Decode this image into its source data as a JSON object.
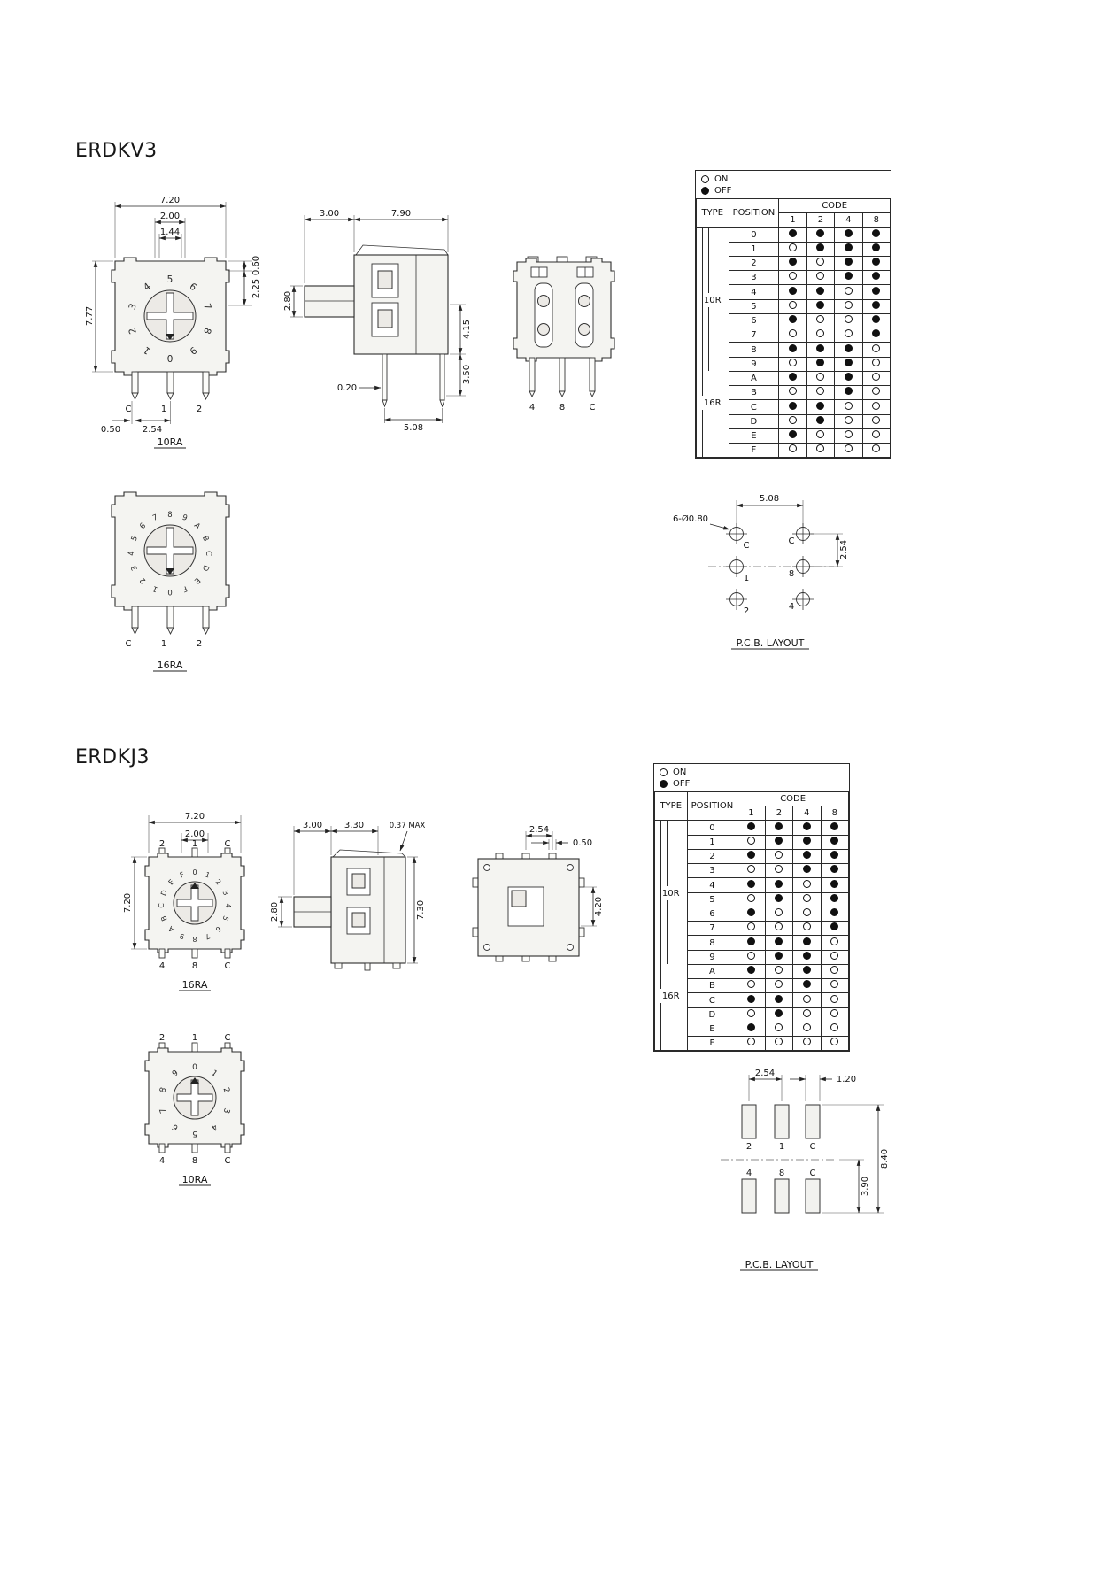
{
  "code_table": {
    "legend_on": "ON",
    "legend_off": "OFF",
    "type_header": "TYPE",
    "position_header": "POSITION",
    "code_header": "CODE",
    "code_cols": [
      "1",
      "2",
      "4",
      "8"
    ],
    "types": [
      {
        "label": "10R"
      },
      {
        "label": "16R"
      }
    ],
    "rows": [
      {
        "pos": "0",
        "code": [
          0,
          0,
          0,
          0
        ]
      },
      {
        "pos": "1",
        "code": [
          1,
          0,
          0,
          0
        ]
      },
      {
        "pos": "2",
        "code": [
          0,
          1,
          0,
          0
        ]
      },
      {
        "pos": "3",
        "code": [
          1,
          1,
          0,
          0
        ]
      },
      {
        "pos": "4",
        "code": [
          0,
          0,
          1,
          0
        ]
      },
      {
        "pos": "5",
        "code": [
          1,
          0,
          1,
          0
        ]
      },
      {
        "pos": "6",
        "code": [
          0,
          1,
          1,
          0
        ]
      },
      {
        "pos": "7",
        "code": [
          1,
          1,
          1,
          0
        ]
      },
      {
        "pos": "8",
        "code": [
          0,
          0,
          0,
          1
        ]
      },
      {
        "pos": "9",
        "code": [
          1,
          0,
          0,
          1
        ]
      },
      {
        "pos": "A",
        "code": [
          0,
          1,
          0,
          1
        ]
      },
      {
        "pos": "B",
        "code": [
          1,
          1,
          0,
          1
        ]
      },
      {
        "pos": "C",
        "code": [
          0,
          0,
          1,
          1
        ]
      },
      {
        "pos": "D",
        "code": [
          1,
          0,
          1,
          1
        ]
      },
      {
        "pos": "E",
        "code": [
          0,
          1,
          1,
          1
        ]
      },
      {
        "pos": "F",
        "code": [
          1,
          1,
          1,
          1
        ]
      }
    ]
  },
  "erdkv3": {
    "title": "ERDKV3",
    "front10": {
      "label": "10RA",
      "chars": [
        "0",
        "1",
        "2",
        "3",
        "4",
        "5",
        "6",
        "7",
        "8",
        "9"
      ],
      "pins": [
        "C",
        "1",
        "2"
      ],
      "dim_width": "7.20",
      "dim_inner": "2.00",
      "dim_slot": "1.44",
      "dim_height": "7.77",
      "dim_r1": "0.60",
      "dim_r2": "2.25",
      "dim_pin_w": "0.50",
      "dim_pitch": "2.54"
    },
    "side": {
      "dim_shaft_len": "3.00",
      "dim_depth": "7.90",
      "dim_shaft_h": "2.80",
      "dim_body_h": "4.15",
      "dim_pin_len": "3.50",
      "dim_pin_t": "0.20",
      "dim_pin_pitch": "5.08"
    },
    "back": {
      "pins": [
        "4",
        "8",
        "C"
      ]
    },
    "front16": {
      "label": "16RA",
      "chars": [
        "0",
        "1",
        "2",
        "3",
        "4",
        "5",
        "6",
        "7",
        "8",
        "9",
        "A",
        "B",
        "C",
        "D",
        "E",
        "F"
      ],
      "pins": [
        "C",
        "1",
        "2"
      ]
    },
    "pcb": {
      "title": "P.C.B. LAYOUT",
      "dim_x": "5.08",
      "dim_y": "2.54",
      "hole_note": "6-Ø0.80",
      "labels": [
        "C",
        "C",
        "1",
        "8",
        "2",
        "4"
      ]
    }
  },
  "erdkj3": {
    "title": "ERDKJ3",
    "front16": {
      "label": "16RA",
      "chars": [
        "0",
        "1",
        "2",
        "3",
        "4",
        "5",
        "6",
        "7",
        "8",
        "9",
        "A",
        "B",
        "C",
        "D",
        "E",
        "F"
      ],
      "top_pins": [
        "2",
        "1",
        "C"
      ],
      "bottom_pins": [
        "4",
        "8",
        "C"
      ],
      "dim_width": "7.20",
      "dim_inner": "2.00",
      "dim_height": "7.20"
    },
    "side": {
      "dim_shaft_len": "3.00",
      "dim_body": "3.30",
      "dim_lip": "0.37 MAX",
      "dim_shaft_h": "2.80",
      "dim_height": "7.30"
    },
    "bottom": {
      "dim_pitch": "2.54",
      "dim_pin_w": "0.50",
      "dim_window": "4.20"
    },
    "front10": {
      "label": "10RA",
      "chars": [
        "0",
        "1",
        "2",
        "3",
        "4",
        "5",
        "6",
        "7",
        "8",
        "9"
      ],
      "top_pins": [
        "2",
        "1",
        "C"
      ],
      "bottom_pins": [
        "4",
        "8",
        "C"
      ]
    },
    "pcb": {
      "title": "P.C.B. LAYOUT",
      "dim_pitch": "2.54",
      "dim_pad_w": "1.20",
      "dim_row": "3.90",
      "dim_total": "8.40",
      "top_labels": [
        "2",
        "1",
        "C"
      ],
      "bottom_labels": [
        "4",
        "8",
        "C"
      ]
    }
  }
}
